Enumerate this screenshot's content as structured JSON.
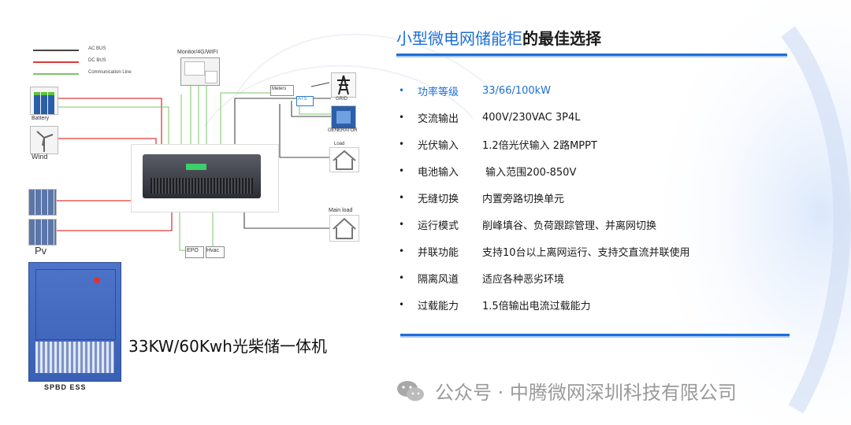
{
  "title": {
    "part1": "小型微电网储能柜",
    "part2": "的最佳选择"
  },
  "legend": [
    {
      "label": "AC BUS",
      "color": "#444444"
    },
    {
      "label": "DC BUS",
      "color": "#e03a3a"
    },
    {
      "label": "Communication Line",
      "color": "#7cc46a"
    }
  ],
  "diagram": {
    "monitor": "Monitor/4G/WIFI",
    "meters": "Meters",
    "ats": "ATS",
    "grid": "GRID",
    "generator": "GENERATOR",
    "load": "Load",
    "main_load": "Main load",
    "epo": "EPO",
    "hvac": "Hvac",
    "battery": "Battery",
    "wind": "Wind",
    "pv": "Pv"
  },
  "features": [
    {
      "k": "功率等级",
      "v": "33/66/100kW",
      "highlight": true
    },
    {
      "k": "交流输出",
      "v": "400V/230VAC 3P4L"
    },
    {
      "k": "光伏输入",
      "v": "1.2倍光伏输入 2路MPPT"
    },
    {
      "k": "电池输入",
      "v": " 输入范围200-850V"
    },
    {
      "k": "无缝切换",
      "v": "内置旁路切换单元"
    },
    {
      "k": "运行模式",
      "v": "削峰填谷、负荷跟踪管理、并离网切换"
    },
    {
      "k": "并联功能",
      "v": "支持10台以上离网运行、支持交直流并联使用"
    },
    {
      "k": "隔离风道",
      "v": "适应各种恶劣环境"
    },
    {
      "k": "过载能力",
      "v": "1.5倍输出电流过载能力"
    }
  ],
  "product_caption": "33KW/60Kwh光柴储一体机",
  "product_brand": "SPBD ESS",
  "watermark": "公众号 · 中腾微网深圳科技有限公司",
  "colors": {
    "accent": "#1d6fd6",
    "dc": "#e03a3a",
    "ac": "#444444",
    "comm": "#7cc46a"
  }
}
